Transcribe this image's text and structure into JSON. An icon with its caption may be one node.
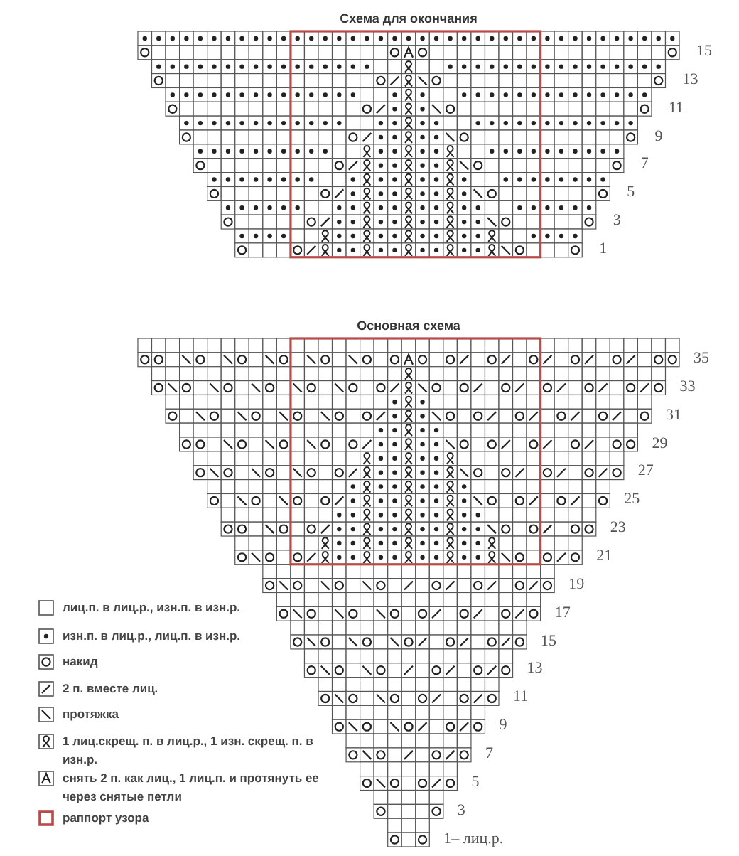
{
  "diagram": {
    "labels": [
      "Схема для окончания",
      "15",
      "13",
      "11",
      "9",
      "7",
      "5",
      "3",
      "1",
      "Основная схема",
      "35",
      "33",
      "31",
      "29",
      "27",
      "25",
      "23",
      "21",
      "19",
      "17",
      "15",
      "13",
      "11",
      "9",
      "7",
      "5",
      "3",
      "1– лиц.р."
    ],
    "legend": [
      {
        "text": "лиц.п. в лиц.р., изн.п. в изн.р."
      },
      {
        "text": "изн.п. в лиц.р., лиц.п. в изн.р."
      },
      {
        "text": "накид"
      },
      {
        "text": "2 п. вместе лиц."
      },
      {
        "text": "протяжка"
      },
      {
        "text": "1 лиц.скрещ. п. в лиц.р., 1 изн. скрещ. п. в изн.р."
      },
      {
        "text": "снять 2 п. как лиц., 1 лиц.п. и протянуть ее через снятые петли"
      },
      {
        "text": "раппорт узора"
      }
    ]
  }
}
